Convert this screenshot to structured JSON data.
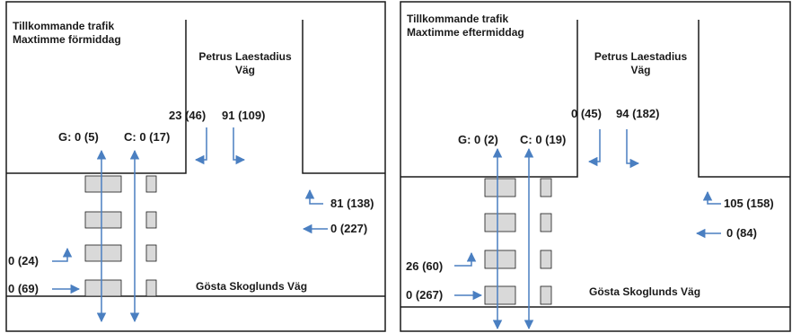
{
  "panels": [
    {
      "title_line1": "Tillkommande trafik",
      "title_line2": "Maxtimme förmiddag",
      "north_street_line1": "Petrus Laestadius",
      "north_street_line2": "Väg",
      "main_street": "Gösta Skoglunds Väg",
      "flows": {
        "north_in": "23 (46)",
        "north_out": "91 (109)",
        "pedestrian_g": "G: 0 (5)",
        "cyclist_c": "C: 0 (17)",
        "east_left": "81 (138)",
        "east_straight": "0 (227)",
        "west_right": "0 (24)",
        "west_straight": "0 (69)"
      }
    },
    {
      "title_line1": "Tillkommande trafik",
      "title_line2": "Maxtimme eftermiddag",
      "north_street_line1": "Petrus Laestadius",
      "north_street_line2": "Väg",
      "main_street": "Gösta Skoglunds Väg",
      "flows": {
        "north_in": "0 (45)",
        "north_out": "94 (182)",
        "pedestrian_g": "G: 0 (2)",
        "cyclist_c": "C: 0 (19)",
        "east_left": "105 (158)",
        "east_straight": "0 (84)",
        "west_right": "26 (60)",
        "west_straight": "0 (267)"
      }
    }
  ],
  "colors": {
    "arrow": "#4a7fc1",
    "line": "#1a1a1a",
    "crossing": "#d9d9d9"
  }
}
